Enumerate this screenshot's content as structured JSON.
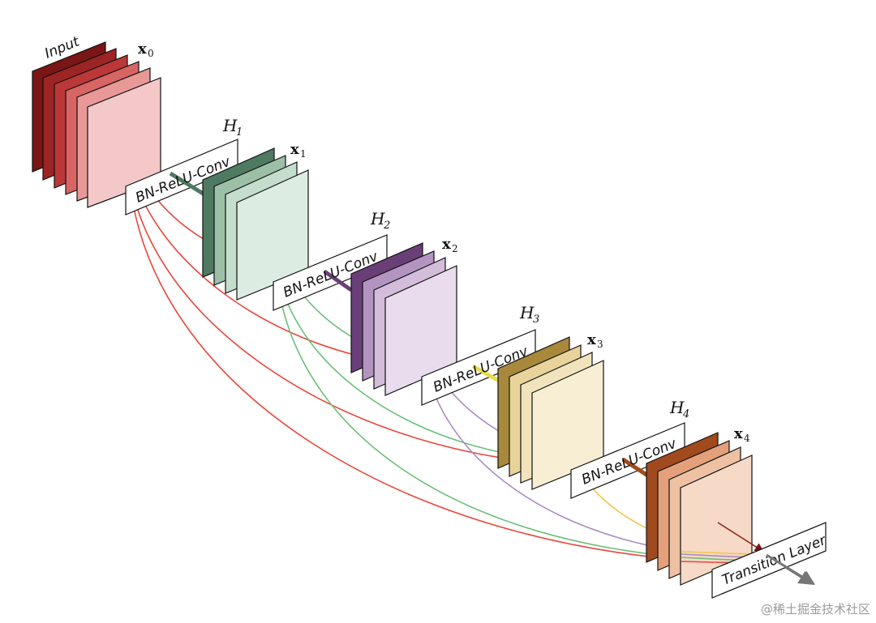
{
  "input_label": "Input",
  "stages": [
    {
      "x_symbol": "x",
      "x_sub": "0",
      "colors": [
        "#7a1616",
        "#9d2424",
        "#bc3838",
        "#d86464",
        "#e99898",
        "#f4c8c8"
      ]
    },
    {
      "x_symbol": "x",
      "x_sub": "1",
      "h_symbol": "H",
      "h_sub": "1",
      "colors": [
        "#4f7a62",
        "#9cbfa8",
        "#c4ddcc",
        "#dcece2"
      ]
    },
    {
      "x_symbol": "x",
      "x_sub": "2",
      "h_symbol": "H",
      "h_sub": "2",
      "colors": [
        "#6a3f78",
        "#b394c0",
        "#d3bddb",
        "#e9dced"
      ]
    },
    {
      "x_symbol": "x",
      "x_sub": "3",
      "h_symbol": "H",
      "h_sub": "3",
      "colors": [
        "#a8883a",
        "#e8d49a",
        "#f1e4bd",
        "#f8eed4"
      ]
    },
    {
      "x_symbol": "x",
      "x_sub": "4",
      "h_symbol": "H",
      "h_sub": "4",
      "colors": [
        "#a04a1e",
        "#e3a07a",
        "#eec1a3",
        "#f6d9c6"
      ]
    }
  ],
  "conv_blocks": [
    {
      "label": "BN-ReLU-Conv",
      "arrow_color": "#4f7a62"
    },
    {
      "label": "BN-ReLU-Conv",
      "arrow_color": "#6a3f78"
    },
    {
      "label": "BN-ReLU-Conv",
      "arrow_color": "#e8dc4a"
    },
    {
      "label": "BN-ReLU-Conv",
      "arrow_color": "#a04a1e"
    }
  ],
  "transition_label": "Transition Layer",
  "connection_colors": {
    "from_x0": "#e8463a",
    "from_x1": "#6cbf7a",
    "from_x2": "#a98cc0",
    "from_x3": "#f2c84a",
    "from_x4": "#8b2a22"
  },
  "watermark": "@稀土掘金技术社区"
}
